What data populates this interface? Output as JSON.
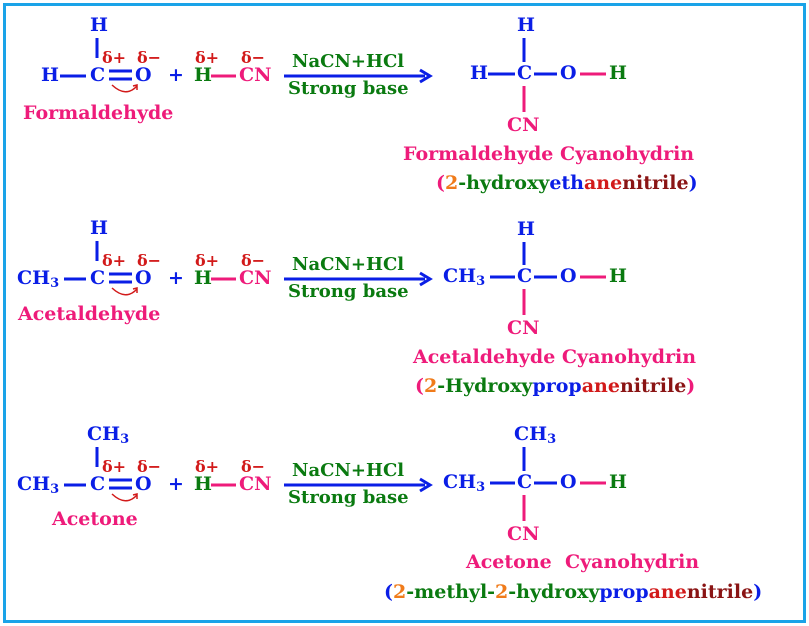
{
  "reactions": [
    {
      "reactant": {
        "top": "H",
        "left": "H",
        "carbon": "C",
        "oxygen": "O",
        "delta_c": "δ+",
        "delta_o": "δ−",
        "name": "Formaldehyde"
      },
      "reagent": {
        "h": "H",
        "cn": "CN",
        "delta_h": "δ+",
        "delta_cn": "δ−",
        "plus": "+"
      },
      "arrow": {
        "top": "NaCN+HCl",
        "bottom": "Strong base"
      },
      "product": {
        "top": "H",
        "left": "H",
        "carbon": "C",
        "oxygen": "O",
        "h": "H",
        "bottom": "CN",
        "name": "Formaldehyde Cyanohydrin"
      },
      "iupac": [
        "(",
        "2",
        "-hydroxy",
        "eth",
        "ane",
        "nitrile",
        ")"
      ]
    },
    {
      "reactant": {
        "top": "H",
        "left": "CH",
        "left_sub": "3",
        "carbon": "C",
        "oxygen": "O",
        "delta_c": "δ+",
        "delta_o": "δ−",
        "name": "Acetaldehyde"
      },
      "reagent": {
        "h": "H",
        "cn": "CN",
        "delta_h": "δ+",
        "delta_cn": "δ−",
        "plus": "+"
      },
      "arrow": {
        "top": "NaCN+HCl",
        "bottom": "Strong base"
      },
      "product": {
        "top": "H",
        "left": "CH",
        "left_sub": "3",
        "carbon": "C",
        "oxygen": "O",
        "h": "H",
        "bottom": "CN",
        "name": "Acetaldehyde Cyanohydrin"
      },
      "iupac": [
        "(",
        "2",
        "-Hydroxy",
        "prop",
        "ane",
        "nitrile",
        ")"
      ]
    },
    {
      "reactant": {
        "top": "CH",
        "top_sub": "3",
        "left": "CH",
        "left_sub": "3",
        "carbon": "C",
        "oxygen": "O",
        "delta_c": "δ+",
        "delta_o": "δ−",
        "name": "Acetone"
      },
      "reagent": {
        "h": "H",
        "cn": "CN",
        "delta_h": "δ+",
        "delta_cn": "δ−",
        "plus": "+"
      },
      "arrow": {
        "top": "NaCN+HCl",
        "bottom": "Strong base"
      },
      "product": {
        "top": "CH",
        "top_sub": "3",
        "left": "CH",
        "left_sub": "3",
        "carbon": "C",
        "oxygen": "O",
        "h": "H",
        "bottom": "CN",
        "name": "Acetone  Cyanohydrin"
      },
      "iupac": [
        "(",
        "2",
        "-methyl-",
        "2",
        "-hydroxy",
        "prop",
        "ane",
        "nitrile",
        ")"
      ]
    }
  ],
  "colors": {
    "frame": "#1aa3e8",
    "blue": "#0a1ee6",
    "green": "#0a7a10",
    "pink": "#ee1b7a",
    "red": "#d21a1a",
    "orange": "#f07b1a",
    "maroon": "#8a1414"
  }
}
